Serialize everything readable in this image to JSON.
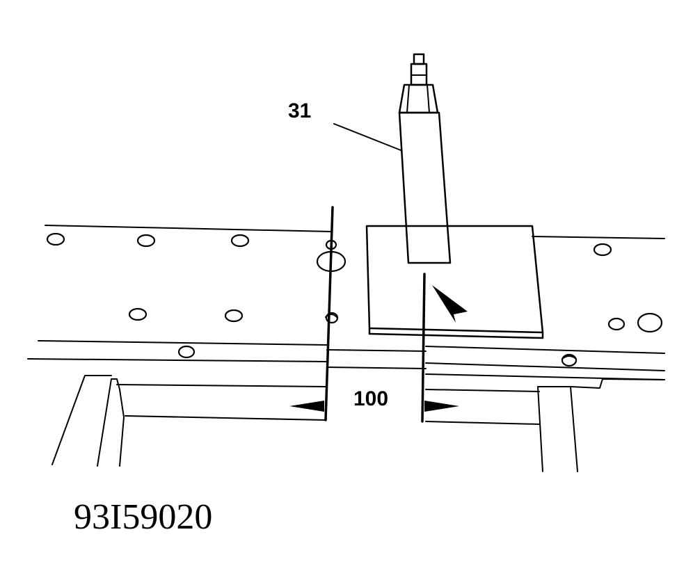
{
  "labels": {
    "part_number": "31",
    "dimension": "100",
    "reference_code": "93I59020"
  },
  "colors": {
    "ink": "#000000",
    "paper": "#ffffff"
  }
}
